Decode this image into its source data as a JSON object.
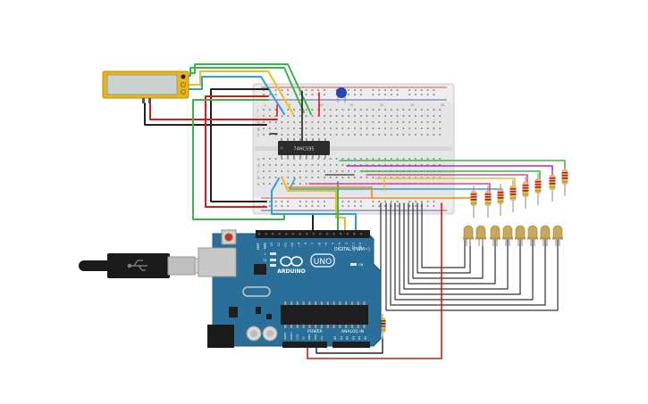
{
  "ic": {
    "label": "74HC595"
  },
  "arduino": {
    "brand": "ARDUINO",
    "model": "UNO",
    "digital_label": "DIGITAL (PWM~)",
    "power_label": "POWER",
    "analog_label": "ANALOG IN",
    "header_top_labels": [
      "AREF",
      "GND",
      "13",
      "12",
      "~11",
      "~10",
      "~9",
      "8",
      "7",
      "~6",
      "~5",
      "4",
      "~3",
      "2",
      "TX 1",
      "RX 0"
    ],
    "power_pins": [
      "IOREF",
      "RESET",
      "3.3V",
      "5V",
      "GND",
      "GND",
      "Vin"
    ],
    "analog_pins": [
      "A0",
      "A1",
      "A2",
      "A3",
      "A4",
      "A5"
    ],
    "led_labels": [
      "L",
      "TX",
      "RX"
    ],
    "on_label": "ON"
  },
  "breadboard": {
    "row_letters_top": [
      "j",
      "i",
      "h",
      "g",
      "f"
    ],
    "row_letters_bottom": [
      "e",
      "d",
      "c",
      "b",
      "a"
    ],
    "col_numbers": [
      "1",
      "5",
      "10",
      "15",
      "20",
      "25",
      "30"
    ]
  },
  "colors": {
    "board": "#2a6f9a",
    "wire_red": "#d7191c",
    "wire_black": "#222222",
    "wire_green": "#3bb54a",
    "wire_yellow": "#e8c020",
    "wire_blue": "#2aa2d8",
    "wire_orange": "#f08a00",
    "wire_purple": "#b02ac8",
    "wire_pink": "#e040a0",
    "wire_gray": "#555555",
    "led": "#c9a85a"
  }
}
